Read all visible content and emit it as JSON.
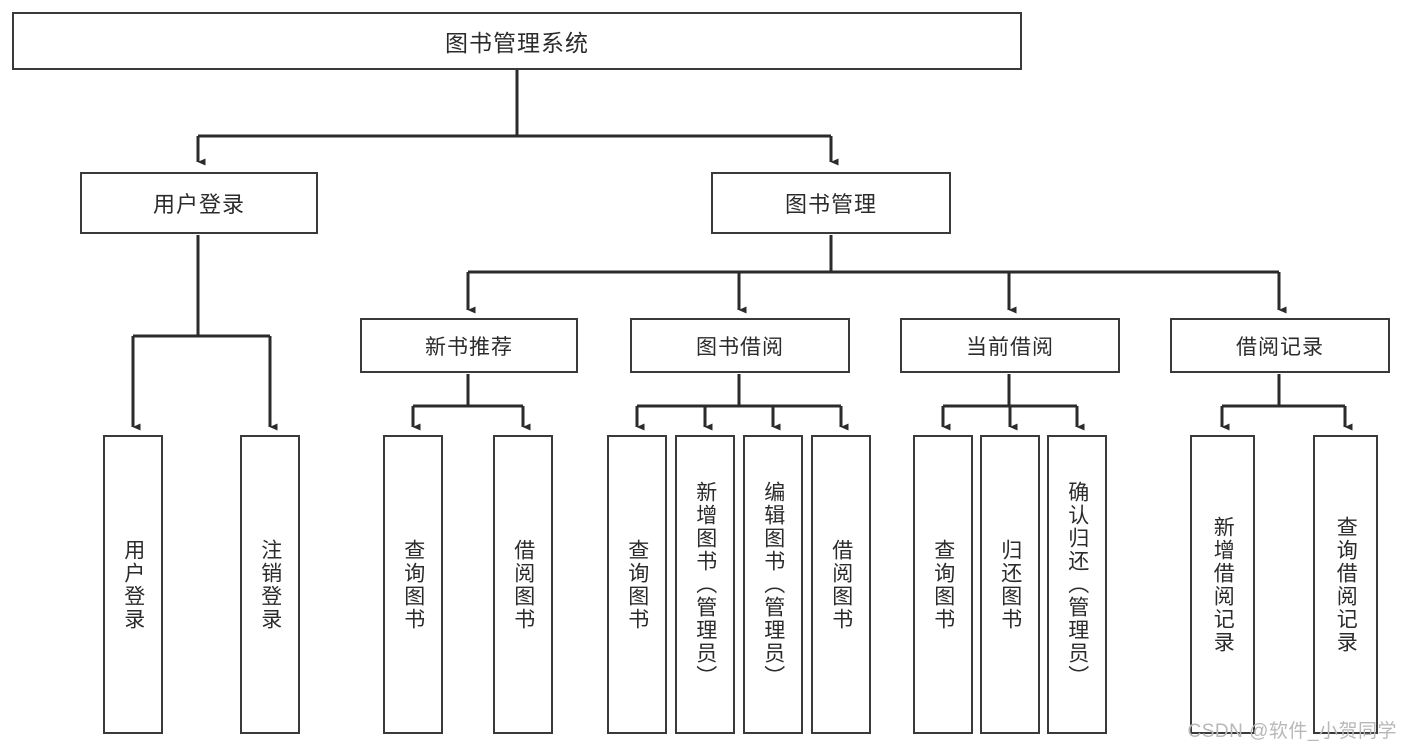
{
  "diagram": {
    "title": "图书管理系统",
    "type": "tree-hierarchy",
    "watermark": "CSDN @软件_小贺同学",
    "colors": {
      "background": "#ffffff",
      "border": "#3a3a3a",
      "text": "#2b2b2b",
      "edge": "#2b2b2b",
      "watermark": "#b8b8b8"
    },
    "root": {
      "id": "root",
      "label": "图书管理系统"
    },
    "level1": [
      {
        "id": "user-login",
        "label": "用户登录"
      },
      {
        "id": "book-manage",
        "label": "图书管理"
      }
    ],
    "level2": [
      {
        "id": "new-book-recommend",
        "label": "新书推荐"
      },
      {
        "id": "book-borrow",
        "label": "图书借阅"
      },
      {
        "id": "current-borrow",
        "label": "当前借阅"
      },
      {
        "id": "borrow-record",
        "label": "借阅记录"
      }
    ],
    "leaves": {
      "user-login": [
        {
          "id": "leaf-user-login",
          "label": "用户登录"
        },
        {
          "id": "leaf-user-logout",
          "label": "注销登录"
        }
      ],
      "new-book-recommend": [
        {
          "id": "leaf-query-book-1",
          "label": "查询图书"
        },
        {
          "id": "leaf-borrow-book-1",
          "label": "借阅图书"
        }
      ],
      "book-borrow": [
        {
          "id": "leaf-query-book-2",
          "label": "查询图书"
        },
        {
          "id": "leaf-add-book",
          "label": "新增图书（管理员）"
        },
        {
          "id": "leaf-edit-book",
          "label": "编辑图书（管理员）"
        },
        {
          "id": "leaf-borrow-book-2",
          "label": "借阅图书"
        }
      ],
      "current-borrow": [
        {
          "id": "leaf-query-book-3",
          "label": "查询图书"
        },
        {
          "id": "leaf-return-book",
          "label": "归还图书"
        },
        {
          "id": "leaf-confirm-return",
          "label": "确认归还（管理员）"
        }
      ],
      "borrow-record": [
        {
          "id": "leaf-add-record",
          "label": "新增借阅记录"
        },
        {
          "id": "leaf-query-record",
          "label": "查询借阅记录"
        }
      ]
    }
  }
}
